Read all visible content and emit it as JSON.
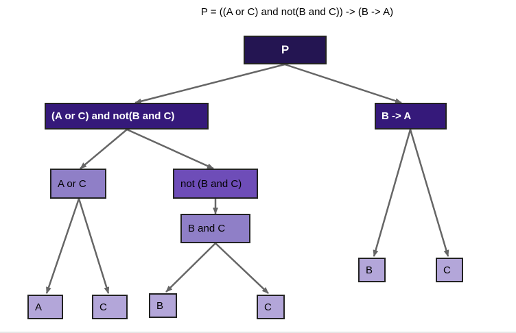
{
  "title": "P = ((A or C) and not(B and C)) -> (B -> A)",
  "nodes": {
    "root": "P",
    "left": "(A or C) and not(B and C)",
    "right": "B -> A",
    "a_or_c": "A or C",
    "not_b_and_c": "not (B and C)",
    "b_and_c": "B and C",
    "leaf_a": "A",
    "leaf_c1": "C",
    "leaf_b1": "B",
    "leaf_c2": "C",
    "leaf_b2": "B",
    "leaf_c3": "C"
  },
  "colors": {
    "root": "#241552",
    "level1": "#35197a",
    "or_node": "#8f7fc7",
    "not_node": "#6e4db8",
    "and_node": "#8f7fc7",
    "leaf": "#b3a6d9",
    "edge": "#666666"
  }
}
